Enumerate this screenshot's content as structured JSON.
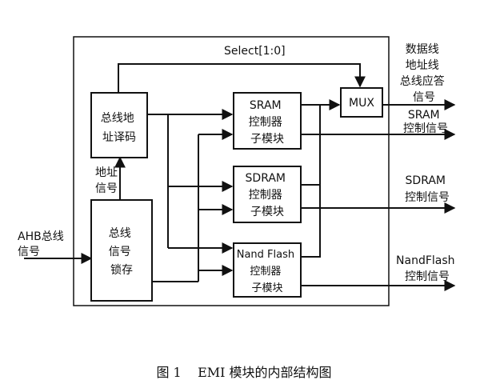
{
  "blocks": {
    "bus_decoder": [
      "总线地",
      "址译码"
    ],
    "bus_latch": [
      "总线",
      "信号",
      "锁存"
    ],
    "sram_ctrl": [
      "SRAM",
      "控制器",
      "子模块"
    ],
    "sdram_ctrl": [
      "SDRAM",
      "控制器",
      "子模块"
    ],
    "nand_ctrl": [
      "Nand Flash",
      "控制器",
      "子模块"
    ],
    "mux": "MUX"
  },
  "signals": {
    "select": "Select[1:0]",
    "addr_signal": [
      "地址",
      "信号"
    ],
    "ahb_input": [
      "AHB总线",
      "信号"
    ],
    "mux_output": [
      "数据线",
      "地址线",
      "总线应答",
      "信号"
    ],
    "sram_out": [
      "SRAM",
      "控制信号"
    ],
    "sdram_out": [
      "SDRAM",
      "控制信号"
    ],
    "nand_out": [
      "NandFlash",
      "控制信号"
    ]
  },
  "caption": "图 1    EMI 模块的内部结构图"
}
